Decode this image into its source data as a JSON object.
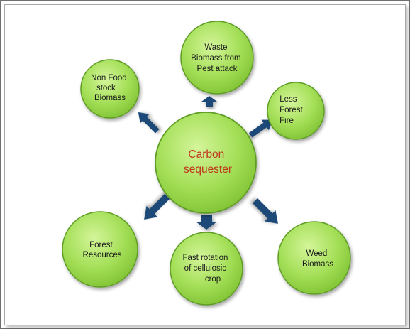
{
  "diagram": {
    "center": {
      "lines": [
        "Carbon",
        "sequester"
      ],
      "text_color": "#c0351c"
    },
    "nodes": [
      {
        "id": "waste-biomass",
        "lines": [
          "Waste",
          "Biomass from",
          "Pest attack"
        ]
      },
      {
        "id": "non-food-stock-biomass",
        "lines": [
          "Non Food",
          "stock",
          "Biomass"
        ]
      },
      {
        "id": "less-forest-fire",
        "lines": [
          "Less",
          "Forest",
          "Fire"
        ]
      },
      {
        "id": "forest-resources",
        "lines": [
          "Forest",
          "Resources"
        ]
      },
      {
        "id": "fast-rotation",
        "lines": [
          "Fast rotation",
          "of cellulosic",
          "crop"
        ]
      },
      {
        "id": "weed-biomass",
        "lines": [
          "Weed",
          "Biomass"
        ]
      }
    ],
    "colors": {
      "circle_fill_light": "#c4ef7e",
      "circle_fill_dark": "#86cc36",
      "circle_stroke": "#5f9d26",
      "arrow": "#1f4a78"
    }
  }
}
